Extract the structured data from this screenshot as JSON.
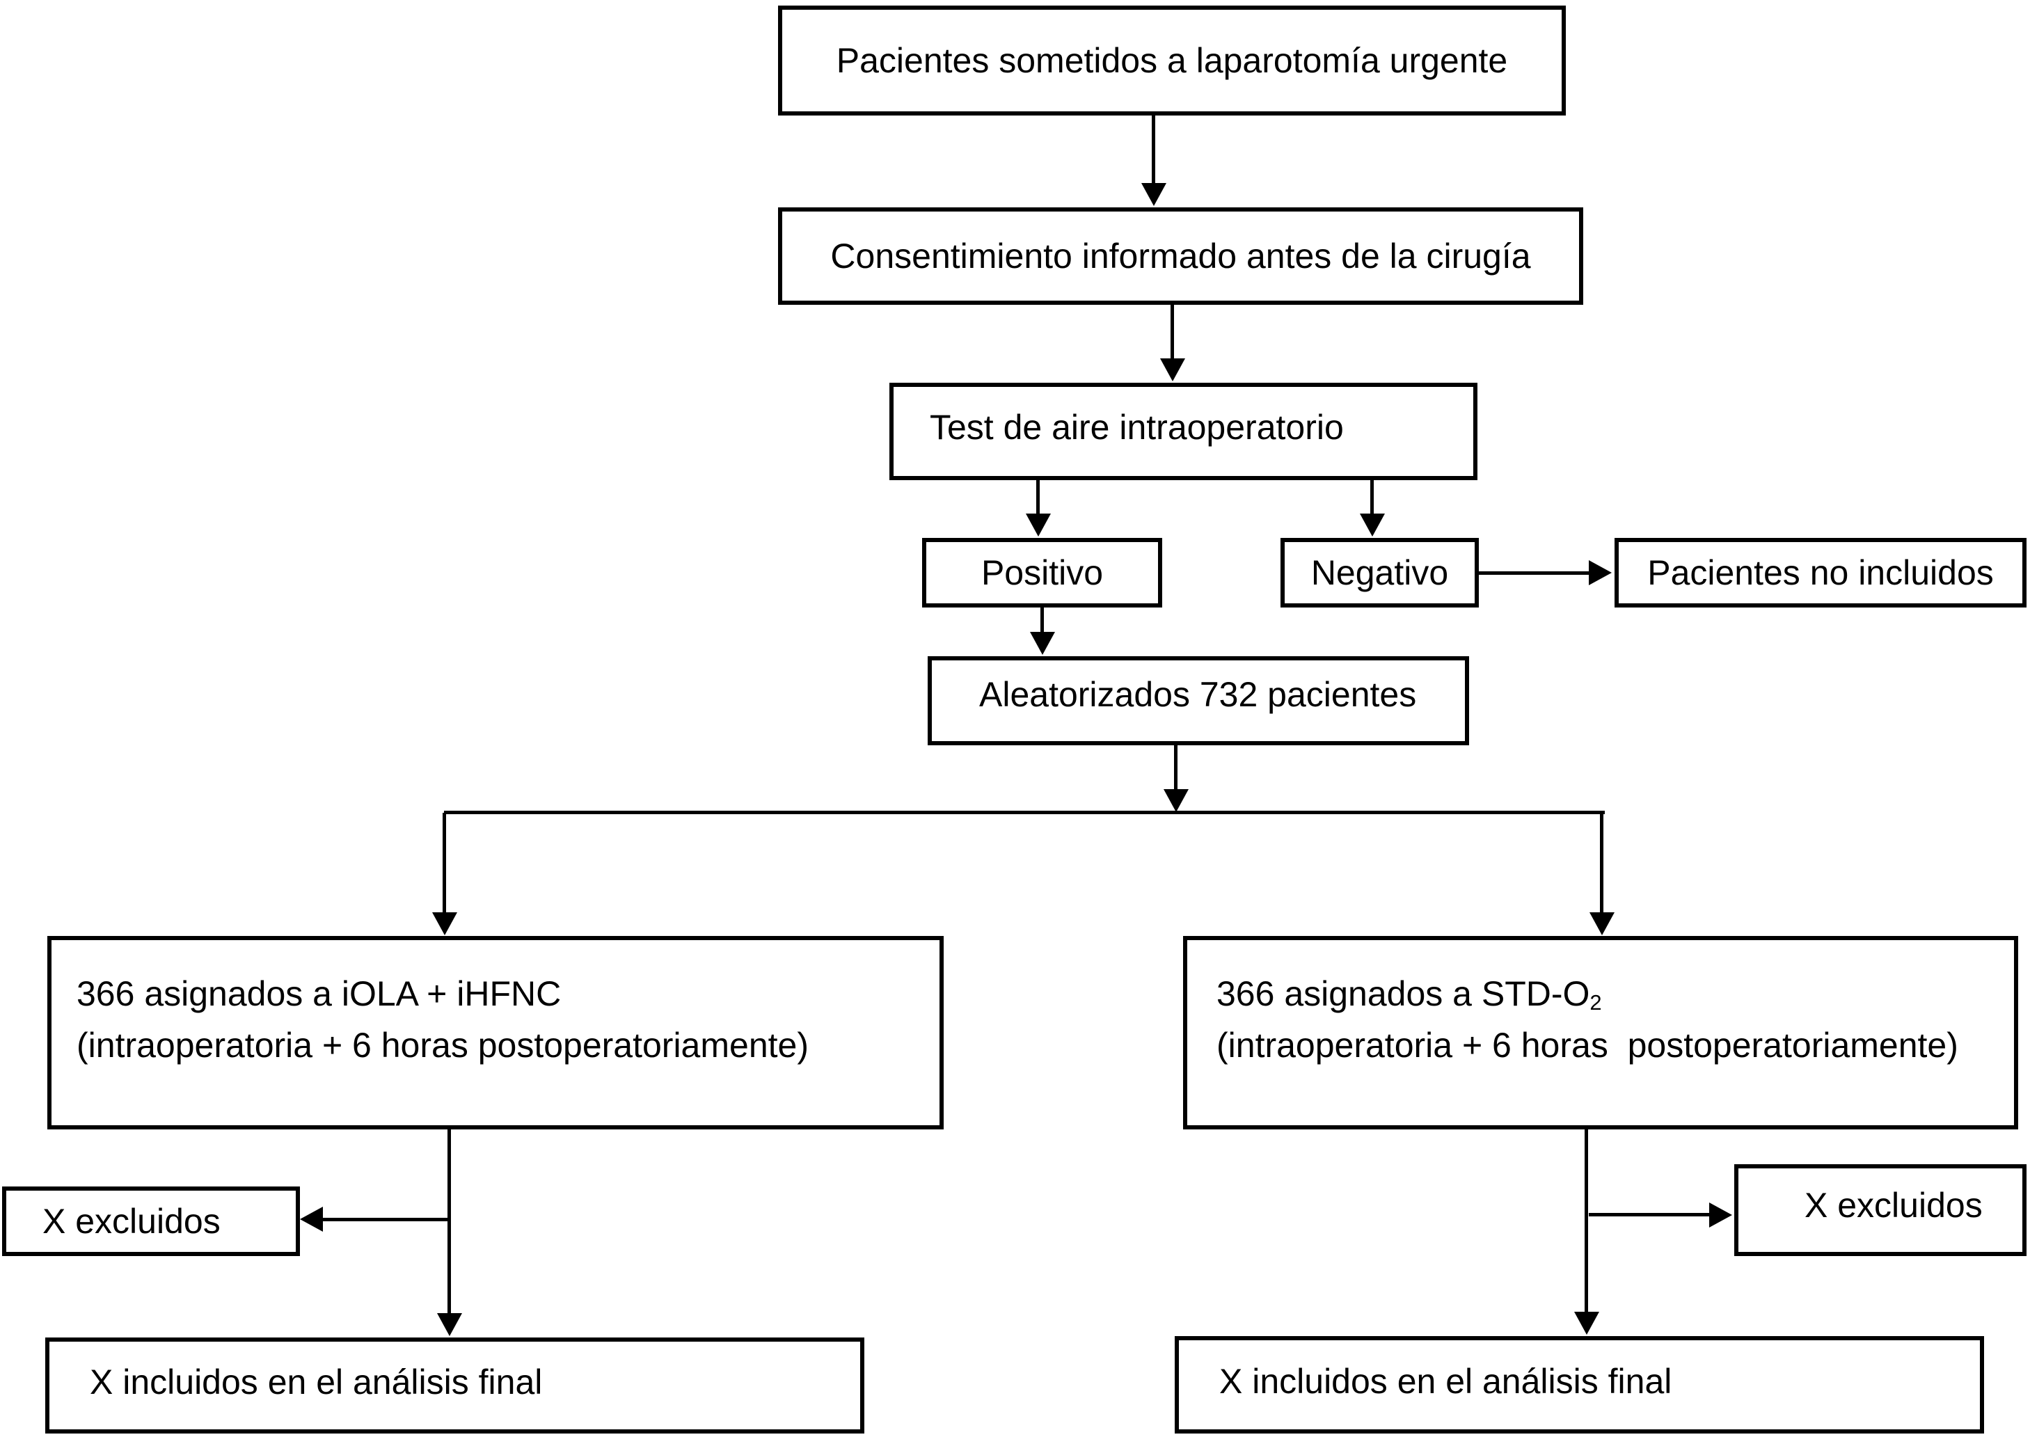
{
  "figure": {
    "background_color": "#ffffff",
    "line_color": "#000000",
    "type": "flowchart"
  },
  "nodes": {
    "patients": {
      "label": "Pacientes sometidos a laparotomía urgente"
    },
    "consent": {
      "label": "Consentimiento informado antes de la cirugía"
    },
    "air_test": {
      "label": "Test de aire intraoperatorio"
    },
    "positive": {
      "label": "Positivo"
    },
    "negative": {
      "label": "Negativo"
    },
    "not_included": {
      "label": "Pacientes no incluidos"
    },
    "randomized": {
      "label": "Aleatorizados 732 pacientes"
    },
    "arm_iola": {
      "line1": "366 asignados a iOLA + iHFNC",
      "line2": "(intraoperatoria + 6 horas postoperatoriamente)"
    },
    "arm_std": {
      "line1_prefix": "366 asignados a STD-O",
      "line1_subscript": "2",
      "line2": "(intraoperatoria + 6 horas  postoperatoriamente)"
    },
    "excluded_left": {
      "label": "X excluidos"
    },
    "excluded_right": {
      "label": "X excluidos"
    },
    "final_left": {
      "label": "X incluidos en el análisis final"
    },
    "final_right": {
      "label": "X incluidos en el análisis final"
    }
  }
}
